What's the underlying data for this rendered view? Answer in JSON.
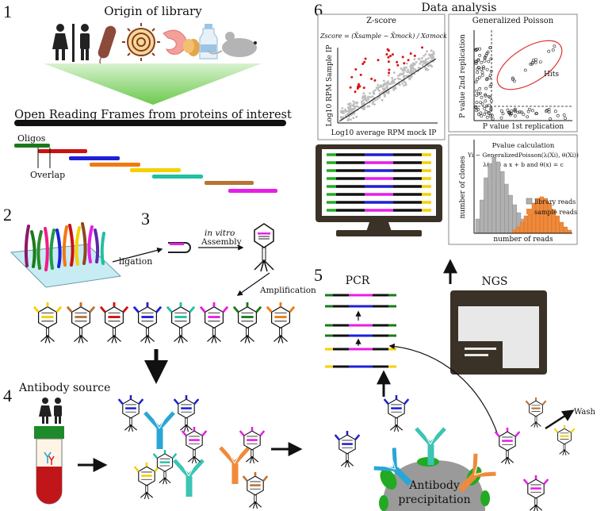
{
  "steps": {
    "n1": "1",
    "n2": "2",
    "n3": "3",
    "n4": "4",
    "n5": "5",
    "n6": "6"
  },
  "panel1": {
    "origin_title": "Origin of library",
    "orf_title": "Open Reading Frames from proteins of interest",
    "oligos_label": "Oligos",
    "overlap_label": "Overlap",
    "icons": [
      "human-icon",
      "bacteria-icon",
      "virus-icon",
      "shrimp-icon",
      "peanut-icon",
      "milk-bottle-icon",
      "mouse-icon"
    ]
  },
  "panel2": {
    "ligation_label": "ligation"
  },
  "panel3": {
    "in_vitro_label": "in vitro",
    "assembly_label": "Assembly",
    "amplification_label": "Amplification"
  },
  "panel4": {
    "antibody_source_label": "Antibody source"
  },
  "panel5": {
    "pcr_label": "PCR",
    "ngs_label": "NGS",
    "wash_label": "Wash",
    "precip_line1": "Antibody",
    "precip_line2": "precipitation"
  },
  "panel6": {
    "title": "Data analysis",
    "zscore": {
      "title": "Z-score",
      "formula": "Zscore = (X̄sample − X̄mock) / Xσmock",
      "ylabel": "Log10 RPM Sample IP",
      "xlabel": "Log10 average RPM mock IP"
    },
    "poisson": {
      "title": "Generalized Poisson",
      "ylabel": "P value 2nd replication",
      "xlabel": "P value 1st replication",
      "hits_label": "Hits"
    },
    "histogram": {
      "calc_title": "Pvalue calculation",
      "eq1": "Yi ~ GeneralizedPoisson(λ(Xi), θ(Xi))",
      "eq2": "λ(x) = a x + b and θ(x) = c",
      "ylabel": "number of clones",
      "xlabel": "number of reads",
      "legend": [
        "library reads",
        "sample reads"
      ]
    }
  },
  "colors": {
    "oligos": [
      "#1a7a1a",
      "#cc1111",
      "#1f1fd6",
      "#f07a10",
      "#f5d000",
      "#20c0a0",
      "#b87333",
      "#e61ee6"
    ],
    "hits": "#d11",
    "library": "#b0b0b0",
    "sample": "#f08a3a",
    "monitor": "#3a3226",
    "antibody_blue": "#2aa6d6",
    "antibody_teal": "#3cc4b4",
    "antibody_orange": "#f08a3a",
    "precip": "#9a9a9a",
    "bead": "#22aa22"
  }
}
